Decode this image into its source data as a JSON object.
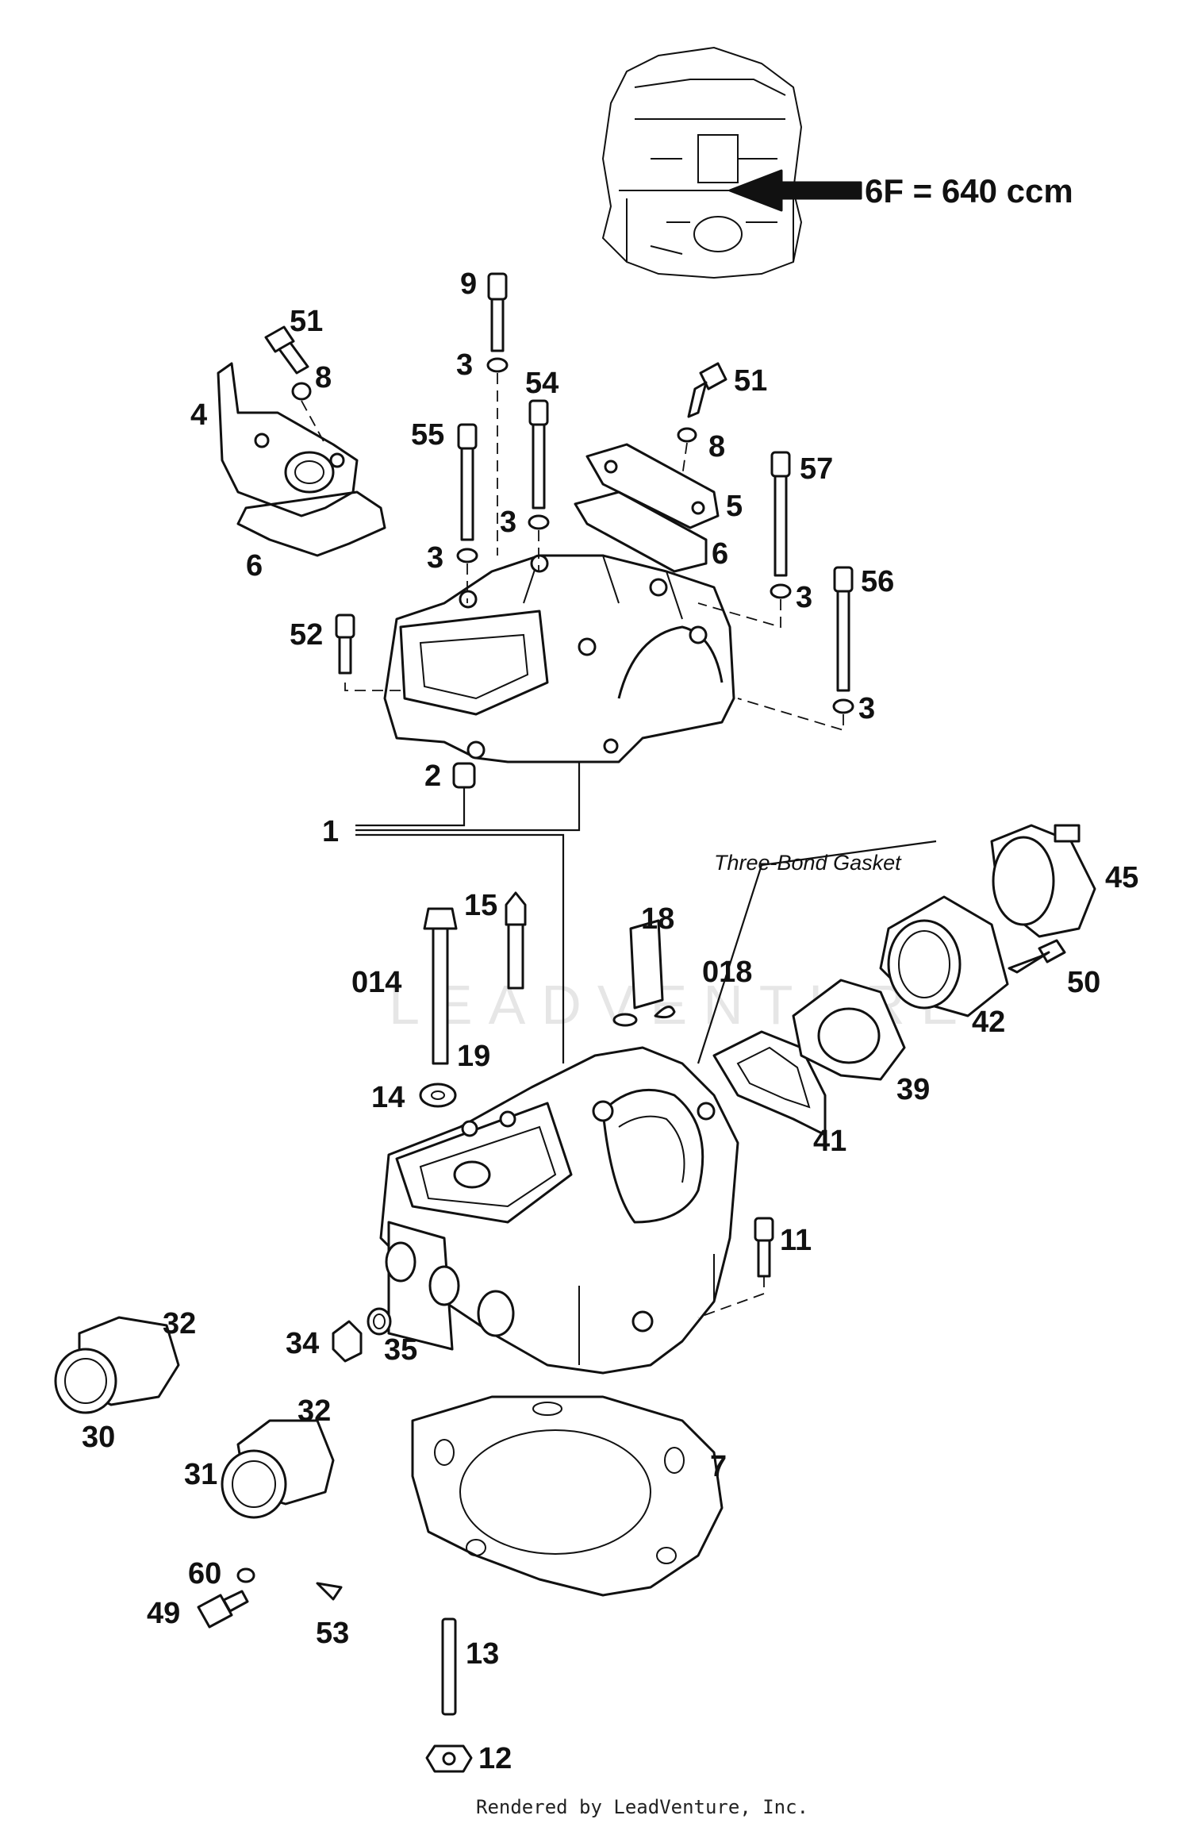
{
  "engine_callout": "6F = 640 ccm",
  "gasket_note": "Three-Bond Gasket",
  "footer": "Rendered by LeadVenture, Inc.",
  "watermark": "LEADVENTURE",
  "labels": {
    "p1": "1",
    "p2": "2",
    "p3a": "3",
    "p3b": "3",
    "p3c": "3",
    "p3d": "3",
    "p3e": "3",
    "p4": "4",
    "p5": "5",
    "p6a": "6",
    "p6b": "6",
    "p7": "7",
    "p8a": "8",
    "p8b": "8",
    "p9": "9",
    "p11": "11",
    "p12": "12",
    "p13": "13",
    "p14": "14",
    "p15": "15",
    "p18": "18",
    "p19": "19",
    "p30": "30",
    "p31": "31",
    "p32a": "32",
    "p32b": "32",
    "p34": "34",
    "p35": "35",
    "p39": "39",
    "p41": "41",
    "p42": "42",
    "p45": "45",
    "p49": "49",
    "p50": "50",
    "p51a": "51",
    "p51b": "51",
    "p52": "52",
    "p53": "53",
    "p54": "54",
    "p55": "55",
    "p56": "56",
    "p57": "57",
    "p60": "60",
    "p014": "014",
    "p018": "018"
  }
}
